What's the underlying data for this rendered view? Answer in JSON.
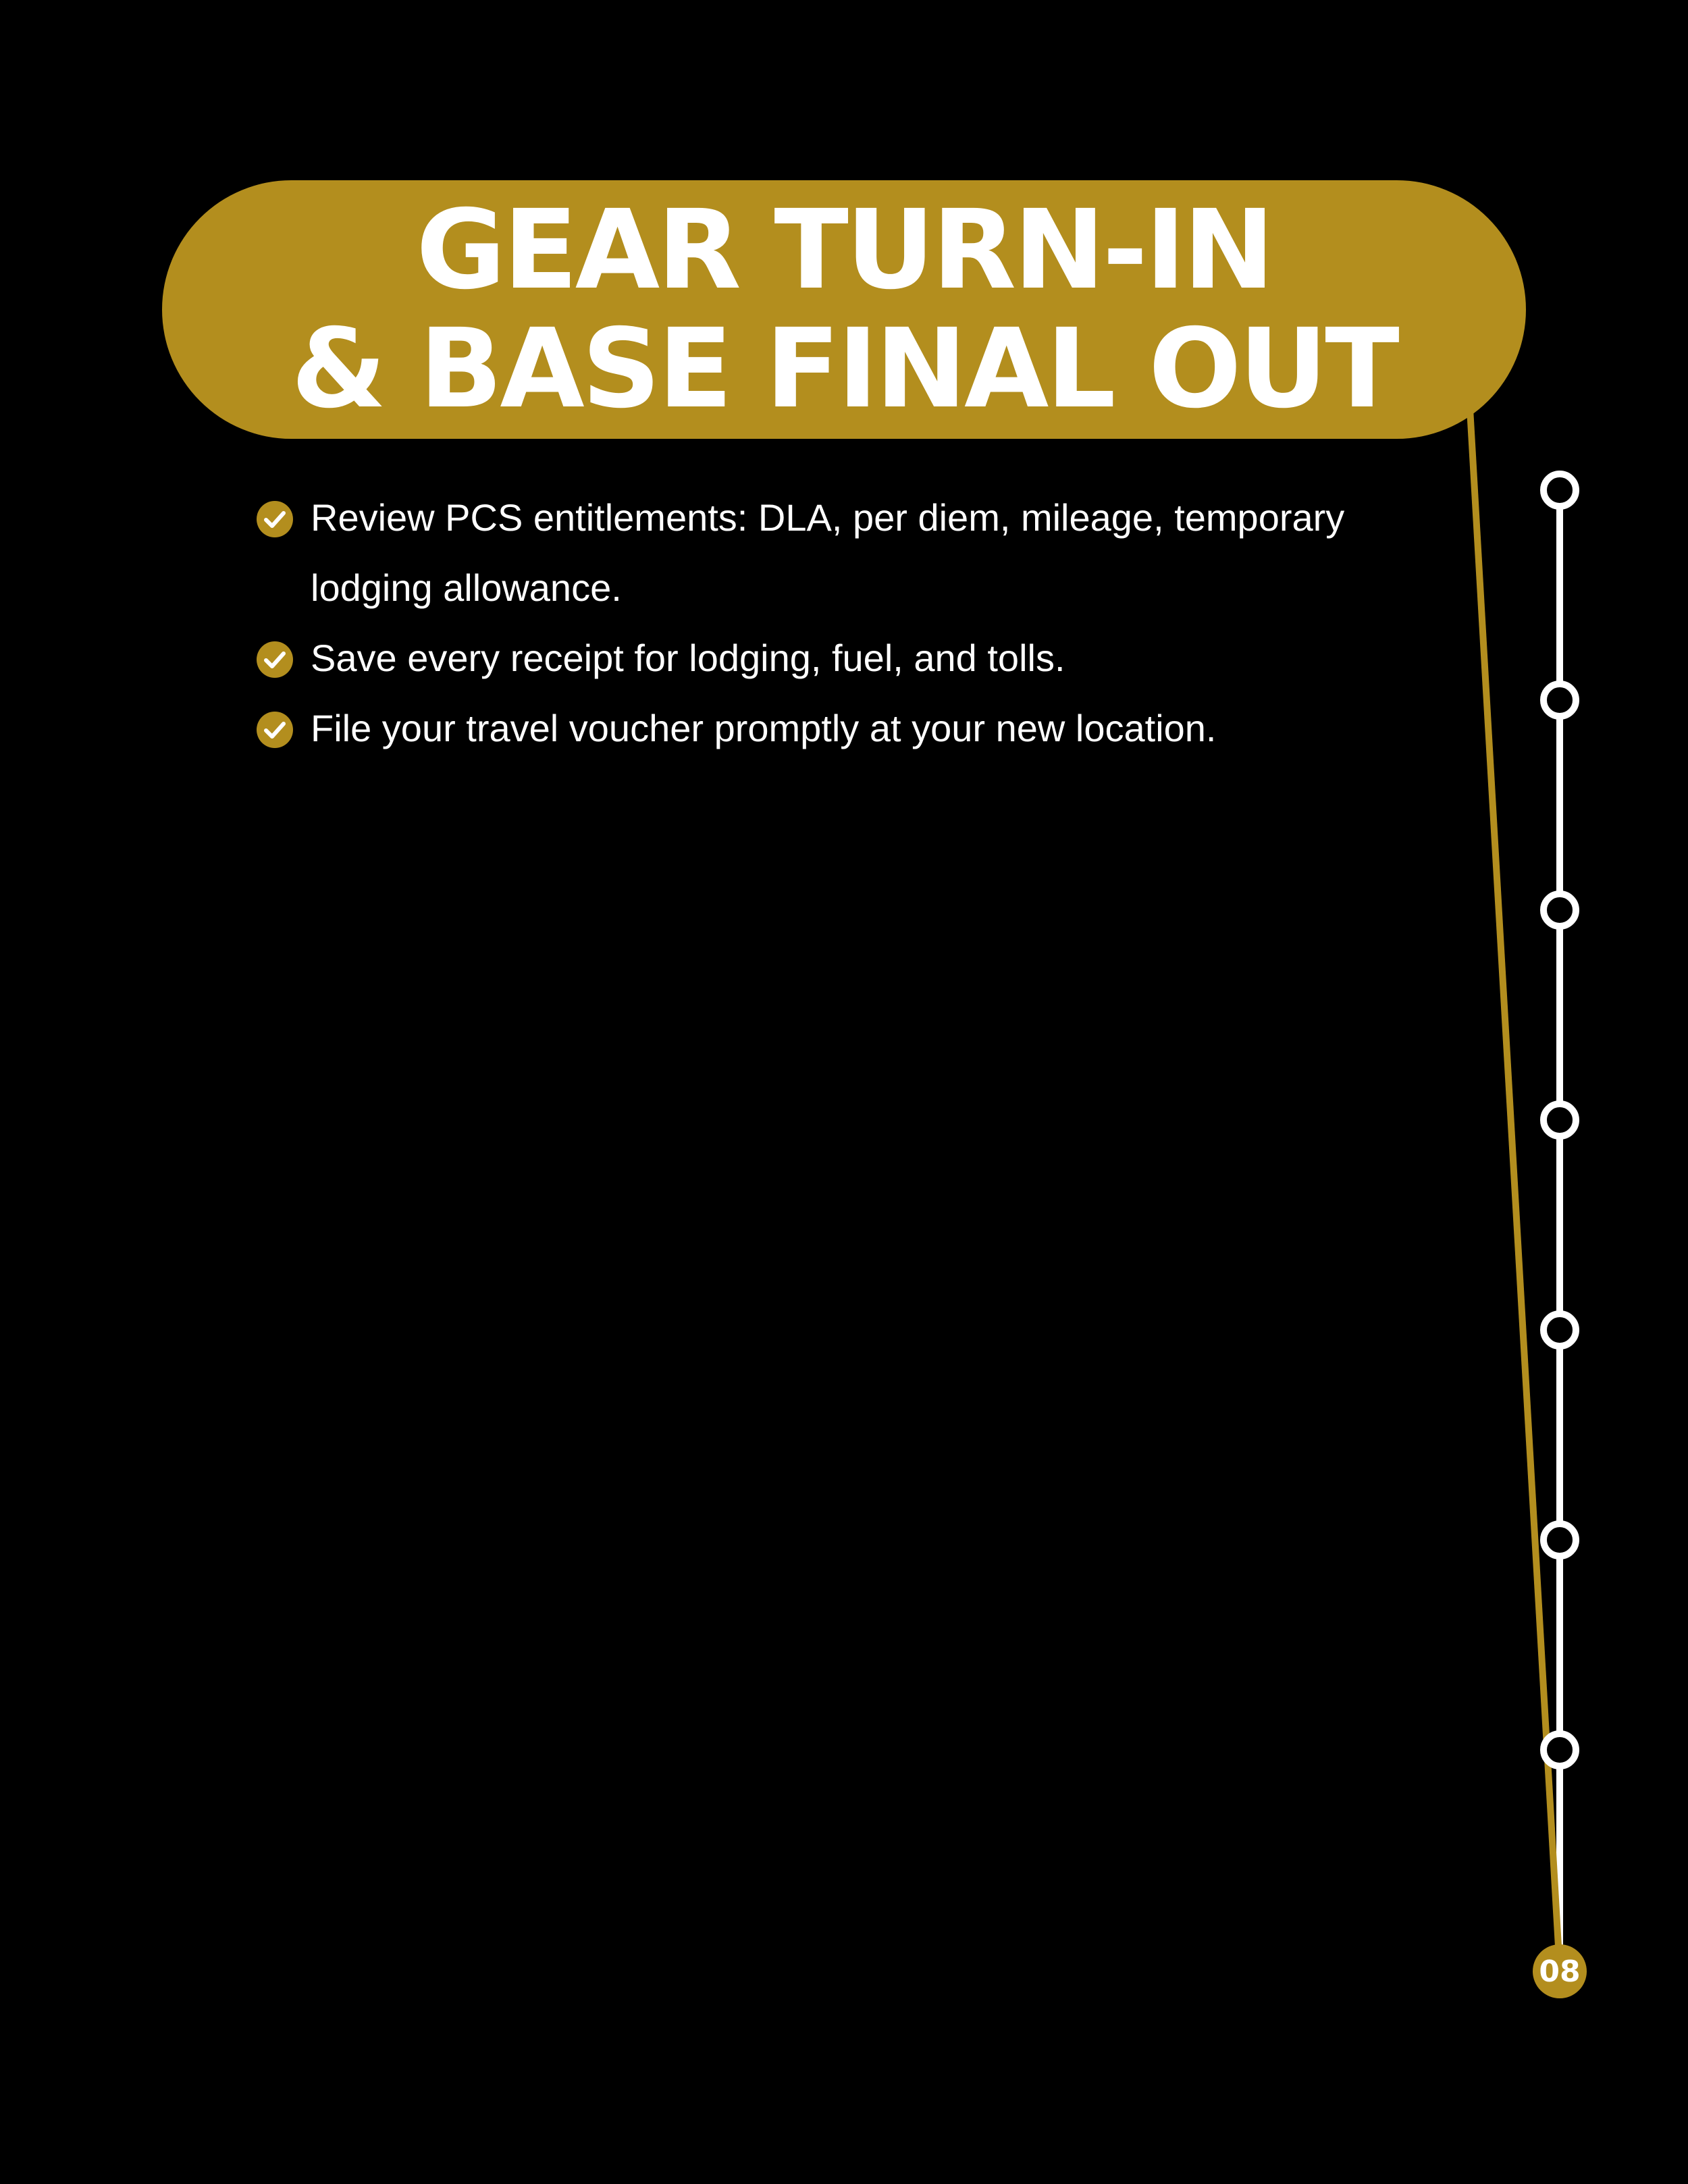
{
  "header": {
    "title_line_1": "GEAR TURN-IN",
    "title_line_2": "& BASE FINAL OUT"
  },
  "checklist": {
    "items": [
      "Review PCS entitlements: DLA, per diem, mileage, temporary lodging allowance.",
      "Save every receipt for lodging, fuel, and tolls.",
      "File your travel voucher promptly at your new location."
    ]
  },
  "timeline": {
    "page_number": "08",
    "steps_total": 8,
    "current_step": 8
  },
  "colors": {
    "background": "#000000",
    "accent_gold": "#b38e1e",
    "text": "#ffffff"
  },
  "icons": {
    "bullet": "check-circle-icon"
  }
}
